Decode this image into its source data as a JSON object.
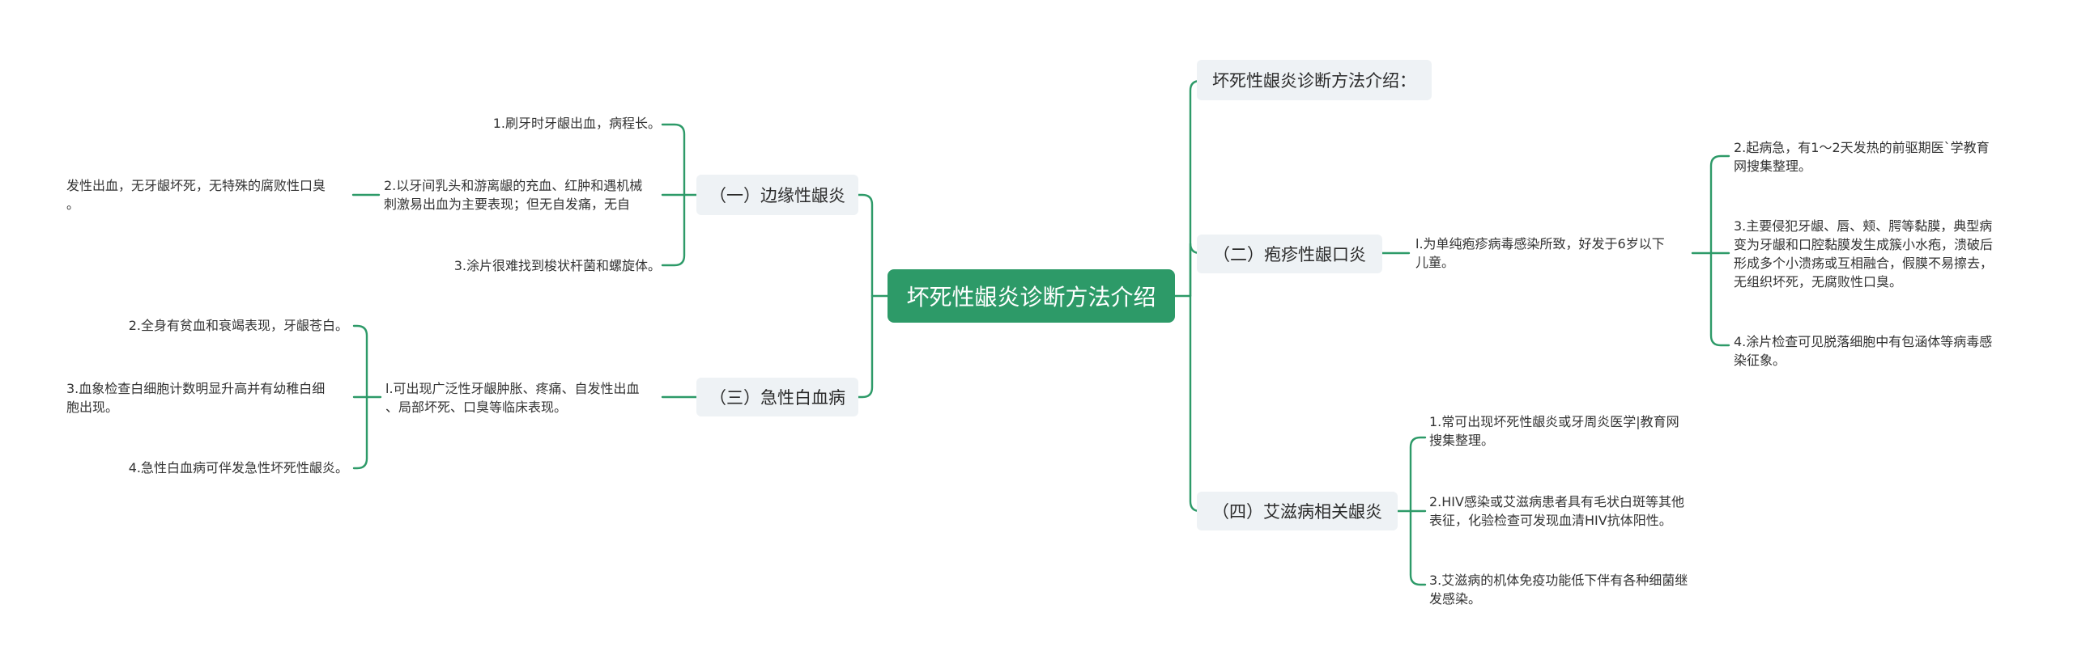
{
  "root": "坏死性龈炎诊断方法介绍",
  "branches": {
    "top": "坏死性龈炎诊断方法介绍：",
    "b1": "（一）边缘性龈炎",
    "b2": "（二）疱疹性龈口炎",
    "b3": "（三）急性白血病",
    "b4": "（四）艾滋病相关龈炎"
  },
  "b1_items": {
    "i1": "1.刷牙时牙龈出血，病程长。",
    "i2_l1": "2.以牙间乳头和游离龈的充血、红肿和遇机械",
    "i2_l2": "刺激易出血为主要表现；但无自发痛，无自",
    "i2_child_l1": "发性出血，无牙龈坏死，无特殊的腐败性口臭",
    "i2_child_l2": "。",
    "i3": "3.涂片很难找到梭状杆菌和螺旋体。"
  },
  "b2_items": {
    "main_l1": "l.为单纯疱疹病毒感染所致，好发于6岁以下",
    "main_l2": "儿童。",
    "s2_l1": "2.起病急，有1～2天发热的前驱期医`学教育",
    "s2_l2": "网搜集整理。",
    "s3_l1": "3.主要侵犯牙龈、唇、颊、腭等黏膜，典型病",
    "s3_l2": "变为牙龈和口腔黏膜发生成簇小水疱，溃破后",
    "s3_l3": "形成多个小溃疡或互相融合，假膜不易擦去，",
    "s3_l4": "无组织坏死，无腐败性口臭。",
    "s4_l1": "4.涂片检查可见脱落细胞中有包涵体等病毒感",
    "s4_l2": "染征象。"
  },
  "b3_items": {
    "main_l1": "l.可出现广泛性牙龈肿胀、疼痛、自发性出血",
    "main_l2": "、局部坏死、口臭等临床表现。",
    "s2": "2.全身有贫血和衰竭表现，牙龈苍白。",
    "s3_l1": "3.血象检查白细胞计数明显升高并有幼稚白细",
    "s3_l2": "胞出现。",
    "s4": "4.急性白血病可伴发急性坏死性龈炎。"
  },
  "b4_items": {
    "s1_l1": "1.常可出现坏死性龈炎或牙周炎医学|教育网",
    "s1_l2": "搜集整理。",
    "s2_l1": "2.HIV感染或艾滋病患者具有毛状白斑等其他",
    "s2_l2": "表征，化验检查可发现血清HIV抗体阳性。",
    "s3_l1": "3.艾滋病的机体免疫功能低下伴有各种细菌继",
    "s3_l2": "发感染。"
  },
  "colors": {
    "accent": "#2d9a68",
    "branch_bg": "#eef2f5"
  }
}
